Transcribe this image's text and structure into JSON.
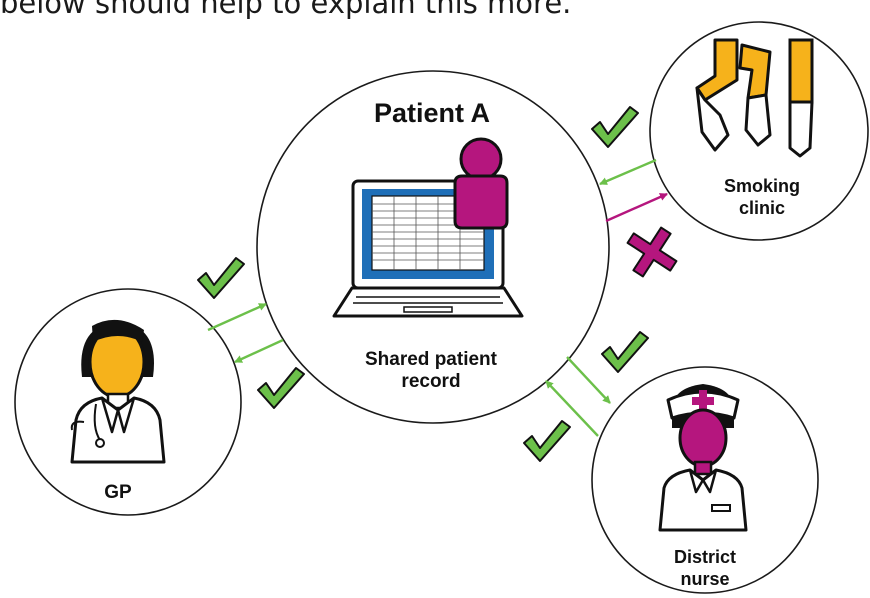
{
  "intro_text": "below should help to explain this more.",
  "center": {
    "title": "Patient A",
    "label_line1": "Shared patient",
    "label_line2": "record"
  },
  "nodes": {
    "gp": {
      "label": "GP"
    },
    "smoking_clinic": {
      "label_line1": "Smoking",
      "label_line2": "clinic"
    },
    "district_nurse": {
      "label_line1": "District",
      "label_line2": "nurse"
    }
  },
  "colors": {
    "allowed_arrow": "#6cc04a",
    "blocked_arrow": "#b5167e",
    "check": "#6cc04a",
    "cross": "#b5167e",
    "person_magenta": "#b5167e",
    "face_orange": "#f6b21b",
    "screen_blue": "#1f6fb8"
  },
  "links": [
    {
      "from": "gp",
      "to": "shared_record",
      "status": "allowed",
      "icon": "check-icon"
    },
    {
      "from": "shared_record",
      "to": "gp",
      "status": "allowed",
      "icon": "check-icon"
    },
    {
      "from": "smoking_clinic",
      "to": "shared_record",
      "status": "allowed",
      "icon": "check-icon"
    },
    {
      "from": "shared_record",
      "to": "smoking_clinic",
      "status": "blocked",
      "icon": "cross-icon"
    },
    {
      "from": "shared_record",
      "to": "district_nurse",
      "status": "allowed",
      "icon": "check-icon"
    },
    {
      "from": "district_nurse",
      "to": "shared_record",
      "status": "allowed",
      "icon": "check-icon"
    }
  ]
}
